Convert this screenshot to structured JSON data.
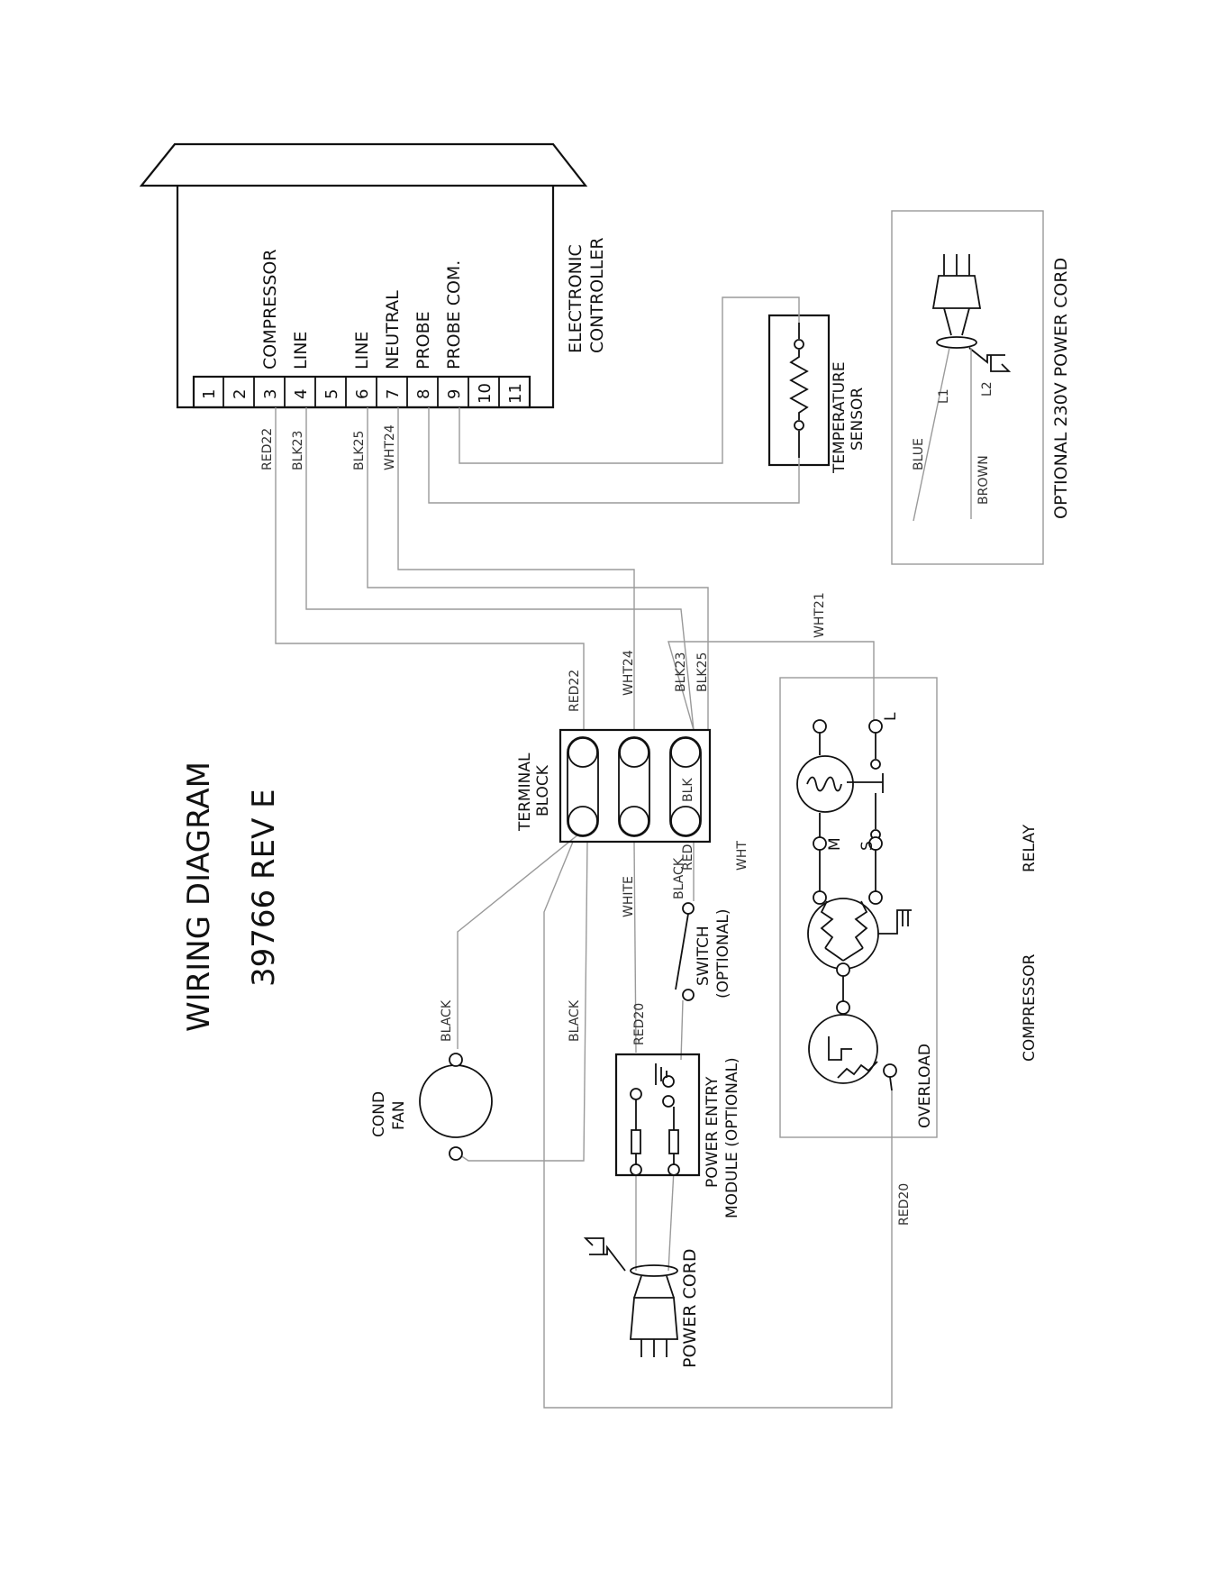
{
  "title": "WIRING DIAGRAM",
  "revision": "39766 REV E",
  "controller": {
    "label_line1": "ELECTRONIC",
    "label_line2": "CONTROLLER",
    "terminals": [
      "1",
      "2",
      "3",
      "4",
      "5",
      "6",
      "7",
      "8",
      "9",
      "10",
      "11"
    ],
    "terminal_labels": [
      "COMPRESSOR",
      "LINE",
      "LINE",
      "NEUTRAL",
      "PROBE",
      "PROBE COM."
    ]
  },
  "temperature_sensor": {
    "line1": "TEMPERATURE",
    "line2": "SENSOR"
  },
  "optional_cord": {
    "label": "OPTIONAL 230V POWER CORD",
    "l1": "L1",
    "l2": "L2",
    "blue": "BLUE",
    "brown": "BROWN"
  },
  "wires": {
    "red22": "RED22",
    "blk23": "BLK23",
    "blk25": "BLK25",
    "wht24": "WHT24",
    "wht21": "WHT21",
    "red20": "RED20",
    "black": "BLACK",
    "white": "WHITE",
    "red": "RED",
    "wht": "WHT"
  },
  "terminal_block": {
    "line1": "TERMINAL",
    "line2": "BLOCK",
    "blk": "BLK"
  },
  "switch": {
    "line1": "SWITCH",
    "line2": "(OPTIONAL)"
  },
  "power_entry": {
    "line1": "POWER ENTRY",
    "line2": "MODULE (OPTIONAL)"
  },
  "cond_fan": {
    "line1": "COND",
    "line2": "FAN"
  },
  "power_cord": "POWER CORD",
  "compressor_unit": {
    "compressor": "COMPRESSOR",
    "relay": "RELAY",
    "overload": "OVERLOAD",
    "m": "M",
    "s": "S",
    "l": "L"
  }
}
